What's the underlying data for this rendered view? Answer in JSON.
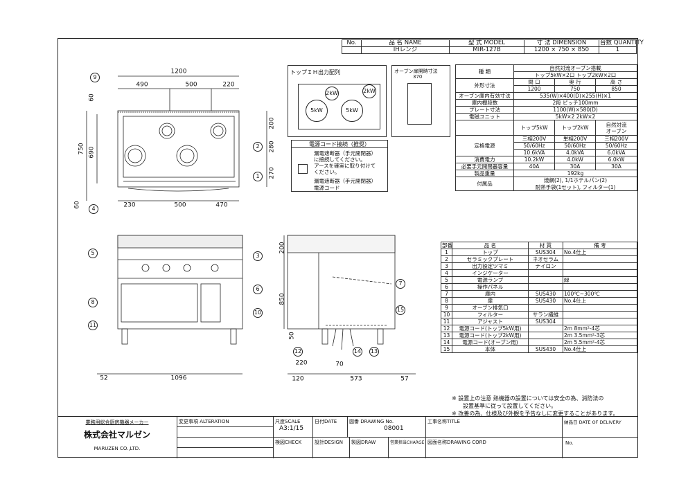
{
  "header": {
    "no_label": "No.",
    "name_label": "品 名 NAME",
    "model_label": "型 式 MODEL",
    "dim_label": "寸 法 DIMENSION",
    "qty_label": "台数 QUANTITY",
    "name": "IHレンジ",
    "model": "MIR-127B",
    "dimension": "1200 × 750 × 850",
    "quantity": "1"
  },
  "top_view": {
    "width": "1200",
    "d490": "490",
    "d500": "500",
    "d220": "220",
    "d750": "750",
    "d690": "690",
    "d60a": "60",
    "d200": "200",
    "d280": "280",
    "d270": "270",
    "d60b": "60",
    "d230": "230",
    "d500b": "500",
    "d470": "470"
  },
  "front_view": {
    "d52": "52",
    "d1096": "1096"
  },
  "side_view": {
    "d200": "200",
    "d850": "850",
    "d50": "50",
    "d220": "220",
    "d70": "70",
    "d120": "120",
    "d573": "573",
    "d57": "57"
  },
  "callouts": [
    "1",
    "2",
    "3",
    "4",
    "5",
    "6",
    "7",
    "8",
    "9",
    "10",
    "11",
    "12",
    "13",
    "14",
    "15"
  ],
  "ih_layout": {
    "title": "トップＩＨ出力配列",
    "b1": "2kW",
    "b2": "2kW",
    "b3": "5kW",
    "b4": "5kW"
  },
  "oven_door": {
    "title": "オーブン扉開時寸法",
    "dim": "370"
  },
  "power_cord": {
    "title": "電源コード接続（推奨）",
    "text1": "漏電遮断器（手元開閉器）",
    "text2": "に接続してください。",
    "text3": "アースを確実に取り付けて",
    "text4": "ください。",
    "label1": "漏電遮断器（手元開閉器）",
    "label2": "電源コード"
  },
  "spec": {
    "type_label": "種 類",
    "type_1": "自然対流オーブン搭載",
    "type_2": "トップ5kW×2口 トップ2kW×2口",
    "outer_label": "外形寸法",
    "w_label": "間 口",
    "d_label": "奥 行",
    "h_label": "高 さ",
    "w": "1200",
    "d": "750",
    "h": "850",
    "oven_label": "オーブン庫内有効寸法",
    "oven": "535(W)×400(D)×255(H)×1",
    "shelf_label": "庫内棚段数",
    "shelf": "2段 ピッチ100mm",
    "plate_label": "プレート寸法",
    "plate": "1100(W)×580(D)",
    "unit_label": "電磁ユニット",
    "unit": "5kW×2 2kW×2",
    "col1": "トップ5kW",
    "col2": "トップ2kW",
    "col3a": "自然対流",
    "col3b": "オーブン",
    "rated_label": "定格電源",
    "r1": [
      "三相200V",
      "50/60Hz",
      "10.6kVA"
    ],
    "r2": [
      "単相200V",
      "50/60Hz",
      "4.0kVA"
    ],
    "r3": [
      "三相200V",
      "50/60Hz",
      "6.0kVA"
    ],
    "cons_label": "消費電力",
    "cons": [
      "10.2kW",
      "4.0kW",
      "6.0kW"
    ],
    "breaker_label": "必要手元開閉器容量",
    "breaker": [
      "40A",
      "30A",
      "30A"
    ],
    "weight_label": "製品重量",
    "weight": "192kg",
    "acc_label": "付属品",
    "acc_1": "焼網(2), 1/1ホテルパン(2)",
    "acc_2": "耐熱手袋(1セット), フィルター(1)"
  },
  "parts": {
    "headers": [
      "部番",
      "品 名",
      "材 質",
      "備 考"
    ],
    "rows": [
      [
        "1",
        "トップ",
        "SUS304",
        "No.4仕上"
      ],
      [
        "2",
        "セラミックプレート",
        "ネオセラム",
        ""
      ],
      [
        "3",
        "出力設定ツマミ",
        "ナイロン",
        ""
      ],
      [
        "4",
        "インジケーター",
        "",
        ""
      ],
      [
        "5",
        "電源ランプ",
        "",
        "緑"
      ],
      [
        "6",
        "操作パネル",
        "",
        ""
      ],
      [
        "7",
        "庫内",
        "SUS430",
        "100℃~300℃"
      ],
      [
        "8",
        "扉",
        "SUS430",
        "No.4仕上"
      ],
      [
        "9",
        "オーブン排気口",
        "",
        ""
      ],
      [
        "10",
        "フィルター",
        "サラン繊維",
        ""
      ],
      [
        "11",
        "アジャスト",
        "SUS304",
        ""
      ],
      [
        "12",
        "電源コード(トップ5kW用)",
        "",
        "2m 8mm²-4芯"
      ],
      [
        "13",
        "電源コード(トップ2kW用)",
        "",
        "2m 3.5mm²-3芯"
      ],
      [
        "14",
        "電源コード(オーブン用)",
        "",
        "2m 5.5mm²-4芯"
      ],
      [
        "15",
        "本体",
        "SUS430",
        "No.4仕上"
      ]
    ]
  },
  "notes": [
    "※ 設置上の注意 熱機器の設置については安全の為、消防法の",
    "設置基準に従って設置してください。",
    "※ 改善の為、仕様及び外観を予告なしに変更することがあります。"
  ],
  "title_block": {
    "maker_tag": "業務用総合厨房機器メーカー",
    "company": "株式会社マルゼン",
    "company_en": "MARUZEN CO.,LTD.",
    "alteration": "変更事項 ALTERATION",
    "scale_label": "尺度SCALE",
    "scale": "A3:1/15",
    "date_label": "日付DATE",
    "drawing_no_label": "図番 DRAWING No.",
    "drawing_no": "08001",
    "title_label": "工事名称TITLE",
    "delivery_label": "納品日 DATE OF DELIVERY",
    "check_label": "検図CHECK",
    "design_label": "設計DESIGN",
    "draw_label": "製図DRAW",
    "charge_label": "営業担当CHARGE",
    "cord_label": "図面名称DRAWING CORD",
    "no_label": "No."
  }
}
